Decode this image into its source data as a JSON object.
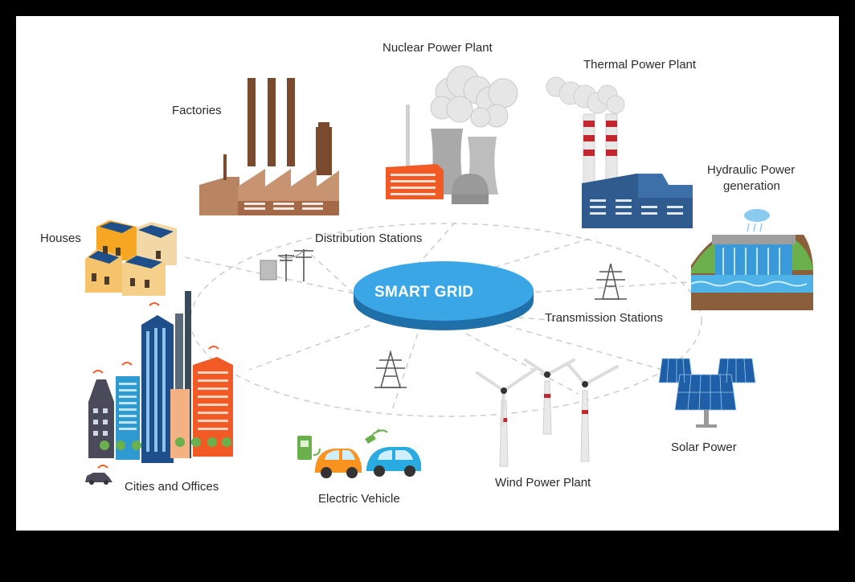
{
  "center": {
    "label": "SMART GRID"
  },
  "labels": {
    "nuclear": "Nuclear Power Plant",
    "thermal": "Thermal Power Plant",
    "factories": "Factories",
    "hydraulic_line1": "Hydraulic Power",
    "hydraulic_line2": "generation",
    "houses": "Houses",
    "distribution": "Distribution Stations",
    "transmission": "Transmission Stations",
    "solar": "Solar Power",
    "wind": "Wind Power Plant",
    "ev": "Electric Vehicle",
    "cities": "Cities and Offices"
  },
  "colors": {
    "hub_top": "#3aa6e6",
    "hub_side": "#1f6fa8",
    "orange": "#f15a24",
    "brown": "#8c5a3c",
    "navy": "#2f5b8e",
    "water": "#3a9ad9"
  }
}
